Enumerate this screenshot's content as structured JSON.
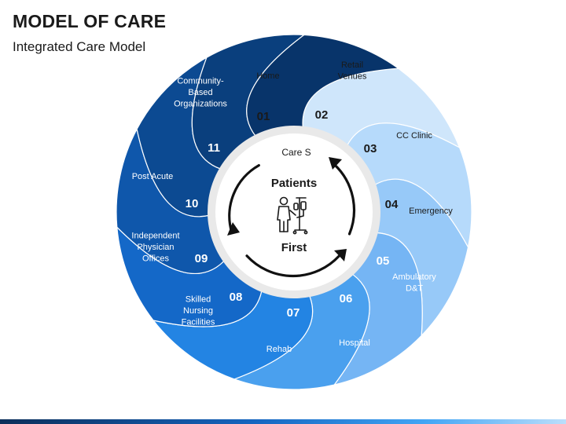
{
  "title": "MODEL OF CARE",
  "subtitle": "Integrated Care Model",
  "center": {
    "top_label": "Care S",
    "line1": "Patients",
    "line2": "First",
    "icon": "patient-with-iv-drip-icon"
  },
  "segments": [
    {
      "number": "01",
      "label": [
        "Home"
      ],
      "color": "#cfe6fb"
    },
    {
      "number": "02",
      "label": [
        "Retail",
        "Venues"
      ],
      "color": "#b6dafb"
    },
    {
      "number": "03",
      "label": [
        "CC Clinic"
      ],
      "color": "#97c9f8"
    },
    {
      "number": "04",
      "label": [
        "Emergency"
      ],
      "color": "#75b5f4"
    },
    {
      "number": "05",
      "label": [
        "Ambulatory",
        "D&T"
      ],
      "color": "#4aa0ee"
    },
    {
      "number": "06",
      "label": [
        "Hospital"
      ],
      "color": "#2384e3"
    },
    {
      "number": "07",
      "label": [
        "Rehab"
      ],
      "color": "#1468c8"
    },
    {
      "number": "08",
      "label": [
        "Skilled",
        "Nursing",
        "Facilities"
      ],
      "color": "#0f57ab"
    },
    {
      "number": "09",
      "label": [
        "Independent",
        "Physician",
        "Offices"
      ],
      "color": "#0c4a92"
    },
    {
      "number": "10",
      "label": [
        "Post Acute"
      ],
      "color": "#0a3f7d"
    },
    {
      "number": "11",
      "label": [
        "Community-",
        "Based",
        "Organizations"
      ],
      "color": "#08346a"
    }
  ],
  "colors": {
    "number_dark": "#1a1a1a",
    "number_light": "#ffffff",
    "label_dark": "#1a1a1a",
    "label_light": "#ffffff",
    "center_fill": "#ffffff",
    "center_ring": "#e9e9e9",
    "arrow": "#111111"
  }
}
